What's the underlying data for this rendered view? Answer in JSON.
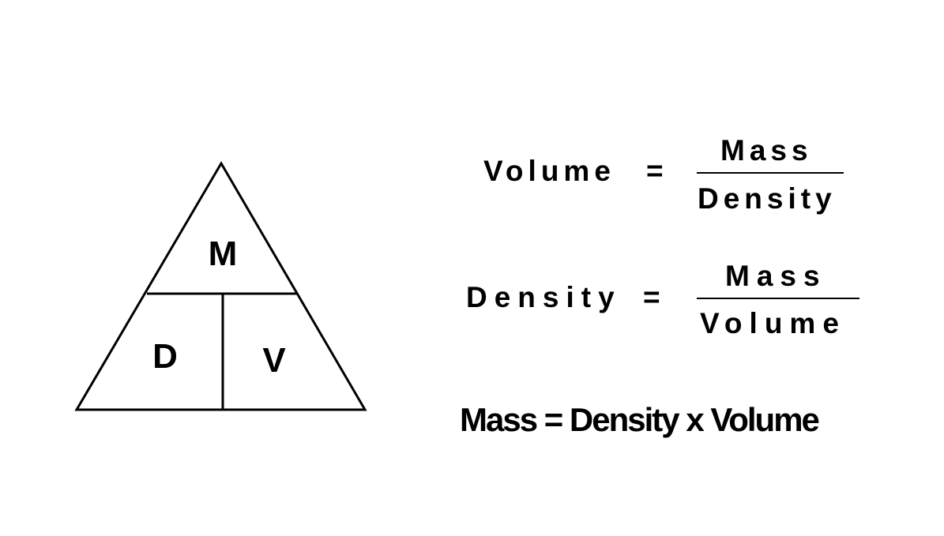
{
  "triangle": {
    "top_label": "M",
    "bottom_left_label": "D",
    "bottom_right_label": "V"
  },
  "formulas": [
    {
      "lhs": "Volume",
      "equals": "=",
      "numerator": "Mass",
      "denominator": "Density"
    },
    {
      "lhs": "Density",
      "equals": "=",
      "numerator": "Mass",
      "denominator": "Volume"
    }
  ],
  "mass_formula": "Mass = Density x Volume"
}
